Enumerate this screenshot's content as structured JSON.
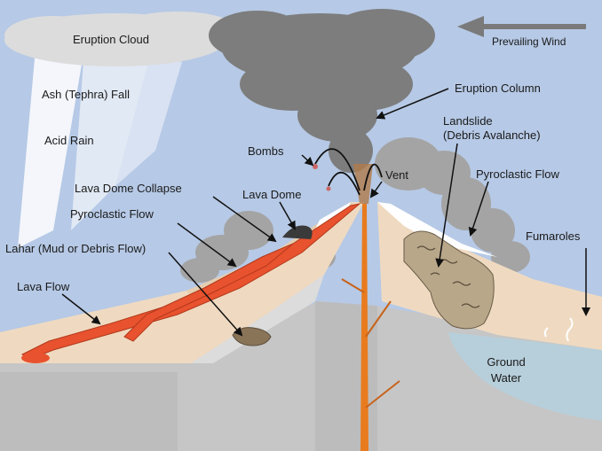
{
  "labels": {
    "eruption_cloud": "Eruption Cloud",
    "prevailing_wind": "Prevailing Wind",
    "ash_fall": "Ash (Tephra) Fall",
    "acid_rain": "Acid Rain",
    "eruption_column": "Eruption Column",
    "bombs": "Bombs",
    "landslide_line1": "Landslide",
    "landslide_line2": "(Debris Avalanche)",
    "vent": "Vent",
    "lava_dome_collapse": "Lava Dome Collapse",
    "lava_dome": "Lava Dome",
    "pyroclastic_flow_left": "Pyroclastic Flow",
    "pyroclastic_flow_right": "Pyroclastic Flow",
    "fumaroles": "Fumaroles",
    "lahar": "Lahar (Mud or Debris Flow)",
    "lava_flow": "Lava Flow",
    "ground_water_line1": "Ground",
    "ground_water_line2": "Water"
  },
  "colors": {
    "sky": "#b6c9e6",
    "cloud": "#808080",
    "smoke": "#9a9a9a",
    "ground_section": "#c9c9c9",
    "deep_ground": "#bdbdbd",
    "slope_layer": "#f0dcc4",
    "lava": "#e8522e",
    "magma": "#e87b1e",
    "dome": "#3c3c3c",
    "debris": "#b9a78a",
    "ground_water": "#b9d0dc",
    "rain": "#ffffff"
  }
}
